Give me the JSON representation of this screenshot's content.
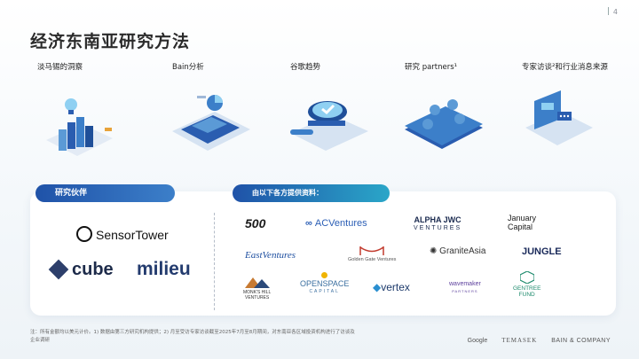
{
  "page": {
    "number": "4",
    "title": "经济东南亚研究方法"
  },
  "methods": [
    {
      "label": "淡马锡的洞察"
    },
    {
      "label": "Bain分析"
    },
    {
      "label": "谷歌趋势"
    },
    {
      "label": "研究 partners¹"
    },
    {
      "label": "专家访谈²和行业消息来源"
    }
  ],
  "sections": {
    "research_partners": "研究伙伴",
    "data_sources": "由以下各方提供资料："
  },
  "research_partner_logos": [
    "SensorTower",
    "cube",
    "milieu"
  ],
  "data_partner_logos": [
    "500",
    "ACVentures",
    "ALPHA JWC",
    "VENTURES",
    "January",
    "Capital",
    "EastVentures",
    "Golden Gate Ventures",
    "GraniteAsia",
    "JUNGLE",
    "MONK'S HILL",
    "VENTURES",
    "OPENSPACE",
    "CAPITAL",
    "vertex",
    "wavemaker",
    "PARTNERS",
    "GENTREE",
    "FUND"
  ],
  "footnote": "注：所有金额均以美元计价。1) 数据由第三方研究机构提供；2) 月至受访专家访谈截至2025年7月至8月期间，对东南亚各区域投资机构进行了访谈及企业调研",
  "footer": {
    "logos": [
      "Google",
      "TEMASEK",
      "BAIN & COMPANY"
    ]
  },
  "colors": {
    "accent": "#1f52a8",
    "cyan": "#2aa6c8",
    "title": "#2b2b2b"
  }
}
